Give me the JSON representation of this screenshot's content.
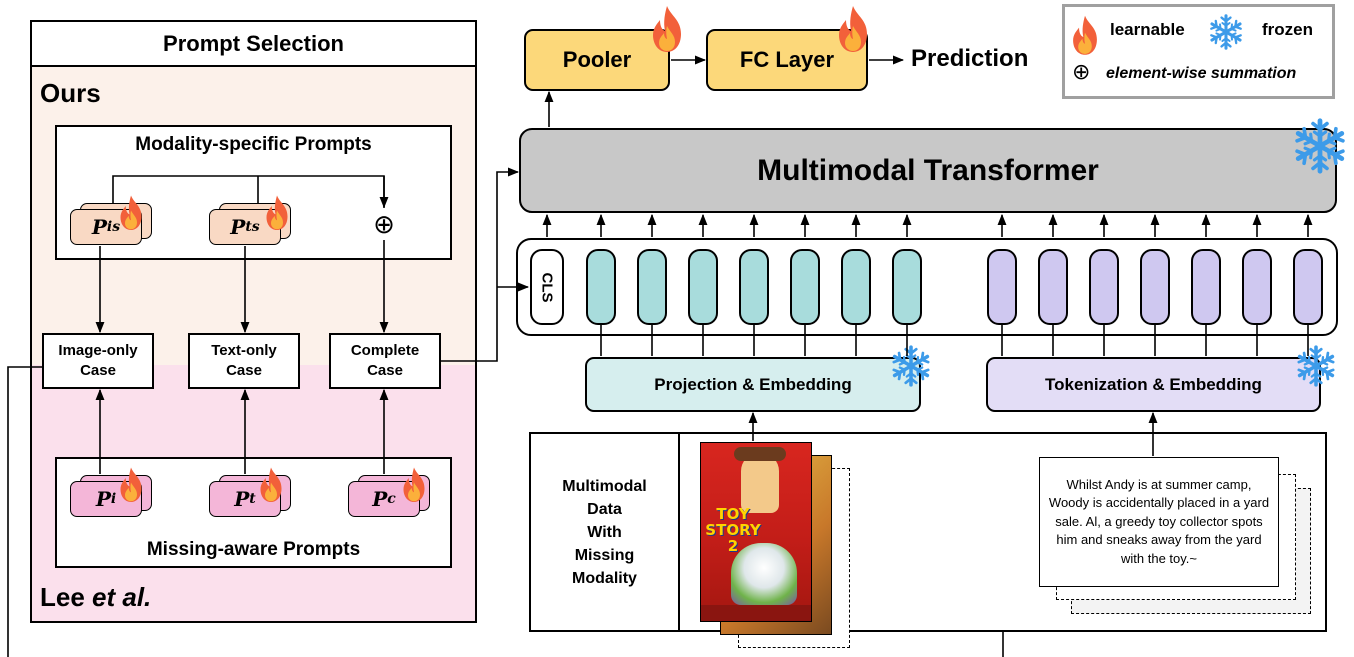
{
  "legend": {
    "learnable_label": "learnable",
    "frozen_label": "frozen",
    "sum_symbol": "⊕",
    "sum_label": "element-wise summation"
  },
  "prompt_selection": {
    "title": "Prompt Selection",
    "ours_label": "Ours",
    "lee_label_name": "Lee ",
    "lee_label_etal": "et al.",
    "modality_specific": {
      "title": "Modality-specific Prompts",
      "p_is_base": "P",
      "p_is_sub": "is",
      "p_ts_base": "P",
      "p_ts_sub": "ts",
      "sum_symbol": "⊕"
    },
    "cases": {
      "image_line1": "Image-only",
      "image_line2": "Case",
      "text_line1": "Text-only",
      "text_line2": "Case",
      "complete_line1": "Complete",
      "complete_line2": "Case"
    },
    "missing_aware": {
      "title": "Missing-aware Prompts",
      "p_i_base": "P",
      "p_i_sub": "i",
      "p_t_base": "P",
      "p_t_sub": "t",
      "p_c_base": "P",
      "p_c_sub": "c"
    }
  },
  "head": {
    "pooler_label": "Pooler",
    "fc_label": "FC Layer",
    "prediction_label": "Prediction"
  },
  "transformer": {
    "label": "Multimodal Transformer"
  },
  "tokens": {
    "cls_label": "CLS",
    "image_token_count": 7,
    "text_token_count": 7,
    "image_token_color": "#a8dcdc",
    "text_token_color": "#cfc8f0"
  },
  "embedding": {
    "projection_label": "Projection & Embedding",
    "tokenization_label": "Tokenization & Embedding"
  },
  "data": {
    "label_line1": "Multimodal",
    "label_line2": "Data",
    "label_line3": "With",
    "label_line4": "Missing",
    "label_line5": "Modality",
    "poster_title": "TOY STORY 2",
    "text_sample": "Whilst Andy is at summer camp, Woody is accidentally placed in a yard sale. Al, a greedy toy collector spots him and sneaks away from the yard with the toy.~"
  },
  "colors": {
    "ours_bg": "#fcf1ea",
    "lee_bg": "#fbe0ec",
    "ms_prompt_fill": "#f9d9c4",
    "ma_prompt_fill": "#f4b6d8",
    "head_fill": "#fcd87a",
    "transformer_fill": "#c8c8c8",
    "projection_fill": "#d6eeee",
    "tokenization_fill": "#e3ddf6"
  }
}
